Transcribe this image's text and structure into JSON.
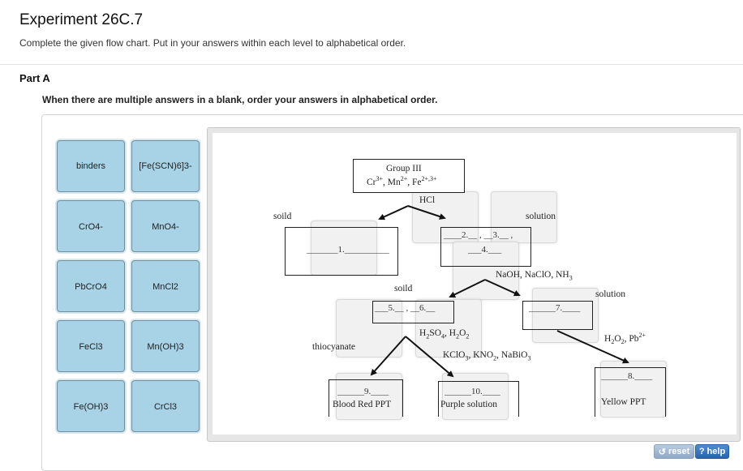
{
  "header": {
    "title": "Experiment 26C.7",
    "instructions": "Complete the given flow chart. Put in your answers within each level to alphabetical order."
  },
  "part": {
    "label": "Part A",
    "note": "When there are multiple answers in a blank, order your answers in alphabetical order."
  },
  "tiles": [
    {
      "label": "binders"
    },
    {
      "label": "[Fe(SCN)6]3-"
    },
    {
      "label": "CrO4-"
    },
    {
      "label": "MnO4-"
    },
    {
      "label": "PbCrO4"
    },
    {
      "label": "MnCl2"
    },
    {
      "label": "FeCl3"
    },
    {
      "label": "Mn(OH)3"
    },
    {
      "label": "Fe(OH)3"
    },
    {
      "label": "CrCl3"
    }
  ],
  "flow": {
    "group_title": "Group III",
    "group_ions_html": "Cr<sup>3+</sup>, Mn<sup>2+</sup>, Fe<sup>2+,3+</sup>",
    "hcl": "HCl",
    "soild_1": "soild",
    "solution_1": "solution",
    "naoh": "NaOH, NaClO, NH3",
    "soild_2": "soild",
    "solution_2": "solution",
    "h2so4": "H2SO4, H2O2",
    "thiocyanate": "thiocyanate",
    "kclo3": "KClO3, KNO2, NaBiO3",
    "h2o2_pb": "H2O2, Pb2+",
    "blood_red": "Blood Red PPT",
    "purple": "Purple solution",
    "yellow": "Yellow PPT",
    "blanks": [
      "1.",
      "2.",
      "3.",
      "4.",
      "5.",
      "6.",
      "7.",
      "8.",
      "9.",
      "10."
    ]
  },
  "buttons": {
    "reset": "reset",
    "help": "help"
  },
  "colors": {
    "tile_bg": "#a8d3e6",
    "help_bg": "#2b64a8",
    "reset_bg": "#9fb5cf"
  }
}
